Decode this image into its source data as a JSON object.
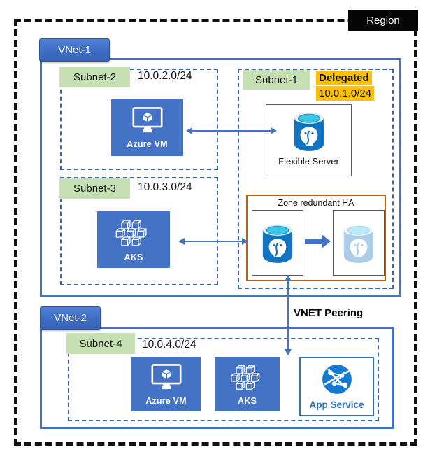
{
  "region_label": "Region",
  "peering_label": "VNET Peering",
  "vnet1": {
    "label": "VNet-1",
    "subnet2": {
      "name": "Subnet-2",
      "cidr": "10.0.2.0/24"
    },
    "subnet3": {
      "name": "Subnet-3",
      "cidr": "10.0.3.0/24"
    },
    "subnet1": {
      "name": "Subnet-1",
      "delegated": "Delegated",
      "cidr": "10.0.1.0/24"
    },
    "azure_vm_label": "Azure VM",
    "aks_label": "AKS",
    "flexible_server_label": "Flexible Server",
    "ha_title": "Zone redundant HA"
  },
  "vnet2": {
    "label": "VNet-2",
    "subnet4": {
      "name": "Subnet-4",
      "cidr": "10.0.4.0/24"
    },
    "azure_vm_label": "Azure VM",
    "aks_label": "AKS",
    "app_service_label": "App Service"
  },
  "icons": {
    "azure_vm": "azure-vm-monitor-icon",
    "aks": "aks-cluster-icon",
    "postgres": "postgresql-elephant-icon",
    "postgres_standby": "postgresql-standby-faded-icon",
    "app_service": "app-service-globe-icon"
  },
  "colors": {
    "vnet_border_blue": "#4472C4",
    "vnet_tab_blue": "#3E6DC3",
    "subnet_label_green": "#C6E0B4",
    "subnet_dash_blue": "#3864B0",
    "tile_blue": "#4472C4",
    "delegated_highlight": "#FFC000",
    "ha_border_orange": "#C55A11",
    "postgres_body_blue": "#1273C0",
    "postgres_top_cyan": "#3EC6E6",
    "app_service_blue": "#1379D1",
    "app_service_text_blue": "#2E75B6",
    "arrow_blue": "#4472C4",
    "region_badge_bg": "#000000"
  }
}
